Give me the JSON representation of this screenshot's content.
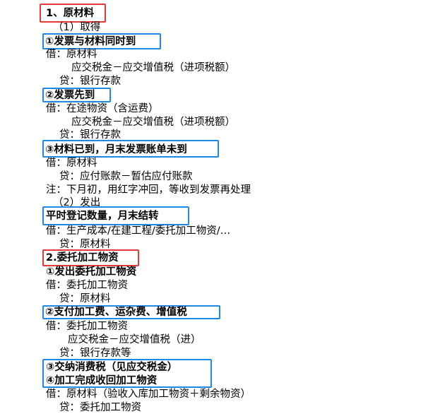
{
  "colors": {
    "red_box": "#e53935",
    "blue_box": "#1e88e5",
    "text": "#000000"
  },
  "lines": {
    "l1": "1、原材料",
    "l2": "（1）取得",
    "l3": "①发票与材料同时到",
    "l4": "借：原材料",
    "l5": "应交税金－应交增值税（进项税额）",
    "l6": "贷：银行存款",
    "l7": "②发票先到",
    "l8": "借：在途物资（含运费）",
    "l9": "应交税金－应交增值税（进项税额）",
    "l10": "贷：银行存款",
    "l11": "③材料已到，月末发票账单未到",
    "l12": "借：原材料",
    "l13": "贷：应付账款－暂估应付账款",
    "l14": "注：下月初，用红字冲回，等收到发票再处理",
    "l15": "（2）发出",
    "l16": "平时登记数量，月末结转",
    "l17": "借：生产成本/在建工程/委托加工物资/…",
    "l18": "贷：原材料",
    "l19": "2.委托加工物资",
    "l20": "①发出委托加工物资",
    "l21": "借：委托加工物资",
    "l22": "贷：原材料",
    "l23": "②支付加工费、运杂费、增值税",
    "l24": "借：委托加工物资",
    "l25": "应交税金－应交增值税（进）",
    "l26": "贷：银行存款等",
    "l27": "③交纳消费税（见应交税金）",
    "l28": "④加工完成收回加工物资",
    "l29": "借：原材料（验收入库加工物资＋剩余物资）",
    "l30": "贷：委托加工物资"
  }
}
